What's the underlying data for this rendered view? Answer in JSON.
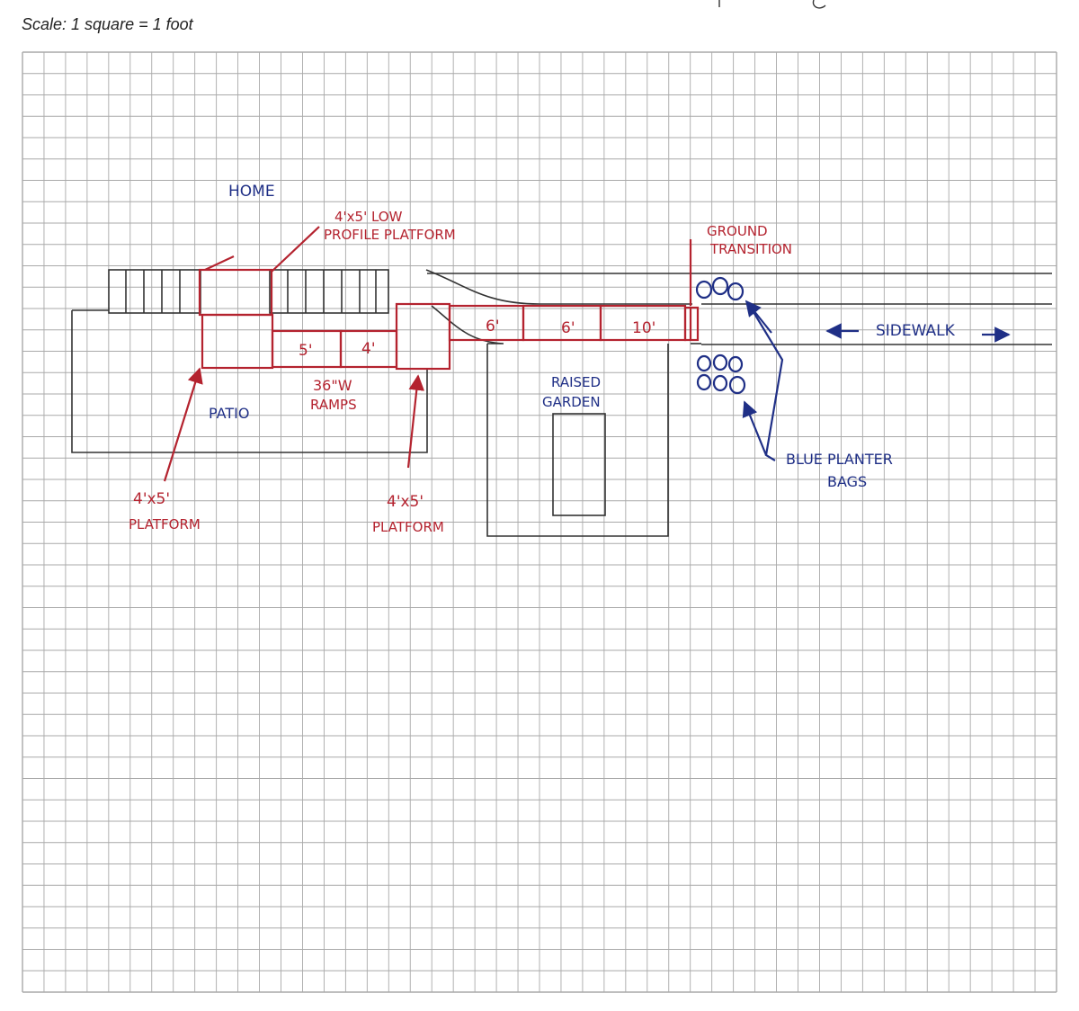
{
  "scale_note": "Scale: 1 square = 1 foot",
  "grid": {
    "cols": 48,
    "rows": 44
  },
  "colors": {
    "grid": "#a9a9a9",
    "pencil": "#333333",
    "red": "#b4232f",
    "blue": "#1f2f86",
    "paper": "#ffffff"
  },
  "labels": {
    "home": "HOME",
    "low_platform": [
      "4'x5' LOW",
      "PROFILE PLATFORM"
    ],
    "ground_transition": [
      "GROUND",
      "TRANSITION"
    ],
    "sidewalk": "SIDEWALK",
    "ramp_5": "5'",
    "ramp_4": "4'",
    "ramps_caption": [
      "36\"W",
      "RAMPS"
    ],
    "ramp_6a": "6'",
    "ramp_6b": "6'",
    "ramp_10": "10'",
    "patio": "PATIO",
    "raised_garden": [
      "RAISED",
      "GARDEN"
    ],
    "platform_left": [
      "4'x5'",
      "PLATFORM"
    ],
    "platform_mid": [
      "4'x5'",
      "PLATFORM"
    ],
    "planter_bags": [
      "BLUE PLANTER",
      "BAGS"
    ]
  }
}
